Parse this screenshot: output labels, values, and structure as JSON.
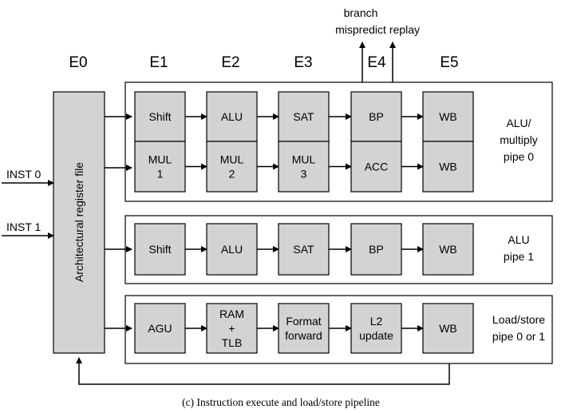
{
  "stages": [
    "E0",
    "E1",
    "E2",
    "E3",
    "E4",
    "E5"
  ],
  "register_file": {
    "label": "Architectural register file"
  },
  "inputs": [
    "INST 0",
    "INST 1"
  ],
  "outputs": {
    "branch_mispredict": [
      "branch",
      "mispredict"
    ],
    "replay": "replay"
  },
  "pipes": [
    {
      "label": [
        "ALU/",
        "multiply",
        "pipe 0"
      ],
      "rows": [
        [
          "Shift",
          "ALU",
          "SAT",
          "BP",
          "WB"
        ],
        [
          [
            "MUL",
            "1"
          ],
          [
            "MUL",
            "2"
          ],
          [
            "MUL",
            "3"
          ],
          "ACC",
          "WB"
        ]
      ]
    },
    {
      "label": [
        "ALU",
        "pipe 1"
      ],
      "rows": [
        [
          "Shift",
          "ALU",
          "SAT",
          "BP",
          "WB"
        ]
      ]
    },
    {
      "label": [
        "Load/store",
        "pipe 0 or 1"
      ],
      "rows": [
        [
          "AGU",
          [
            "RAM",
            "+",
            "TLB"
          ],
          [
            "Format",
            "forward"
          ],
          [
            "L2",
            "update"
          ],
          "WB"
        ]
      ]
    }
  ],
  "caption": "(c) Instruction execute and load/store pipeline",
  "colors": {
    "box_fill": "#d3d3d3",
    "stroke": "#000000",
    "background": "#ffffff"
  }
}
